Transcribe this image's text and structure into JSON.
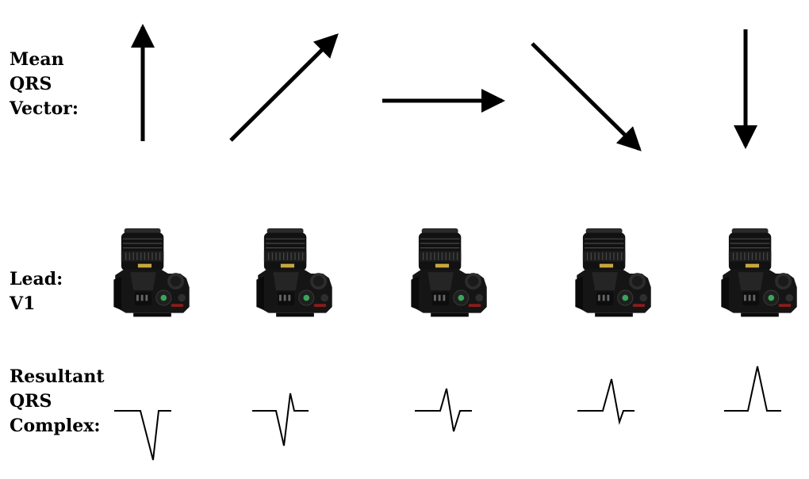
{
  "labels": {
    "vector": [
      "Mean",
      "QRS",
      "Vector:"
    ],
    "lead": [
      "Lead:",
      "V1"
    ],
    "complex": [
      "Resultant",
      "QRS",
      "Complex:"
    ]
  },
  "colors": {
    "ink": "#000000",
    "background": "#ffffff"
  },
  "columns": [
    {
      "vector_direction": "up",
      "camera_icon": "camera-icon",
      "qrs_shape": "deep-negative"
    },
    {
      "vector_direction": "up-right",
      "camera_icon": "camera-icon",
      "qrs_shape": "mostly-negative"
    },
    {
      "vector_direction": "right",
      "camera_icon": "camera-icon",
      "qrs_shape": "biphasic"
    },
    {
      "vector_direction": "down-right",
      "camera_icon": "camera-icon",
      "qrs_shape": "mostly-positive"
    },
    {
      "vector_direction": "down",
      "camera_icon": "camera-icon",
      "qrs_shape": "tall-positive"
    }
  ]
}
